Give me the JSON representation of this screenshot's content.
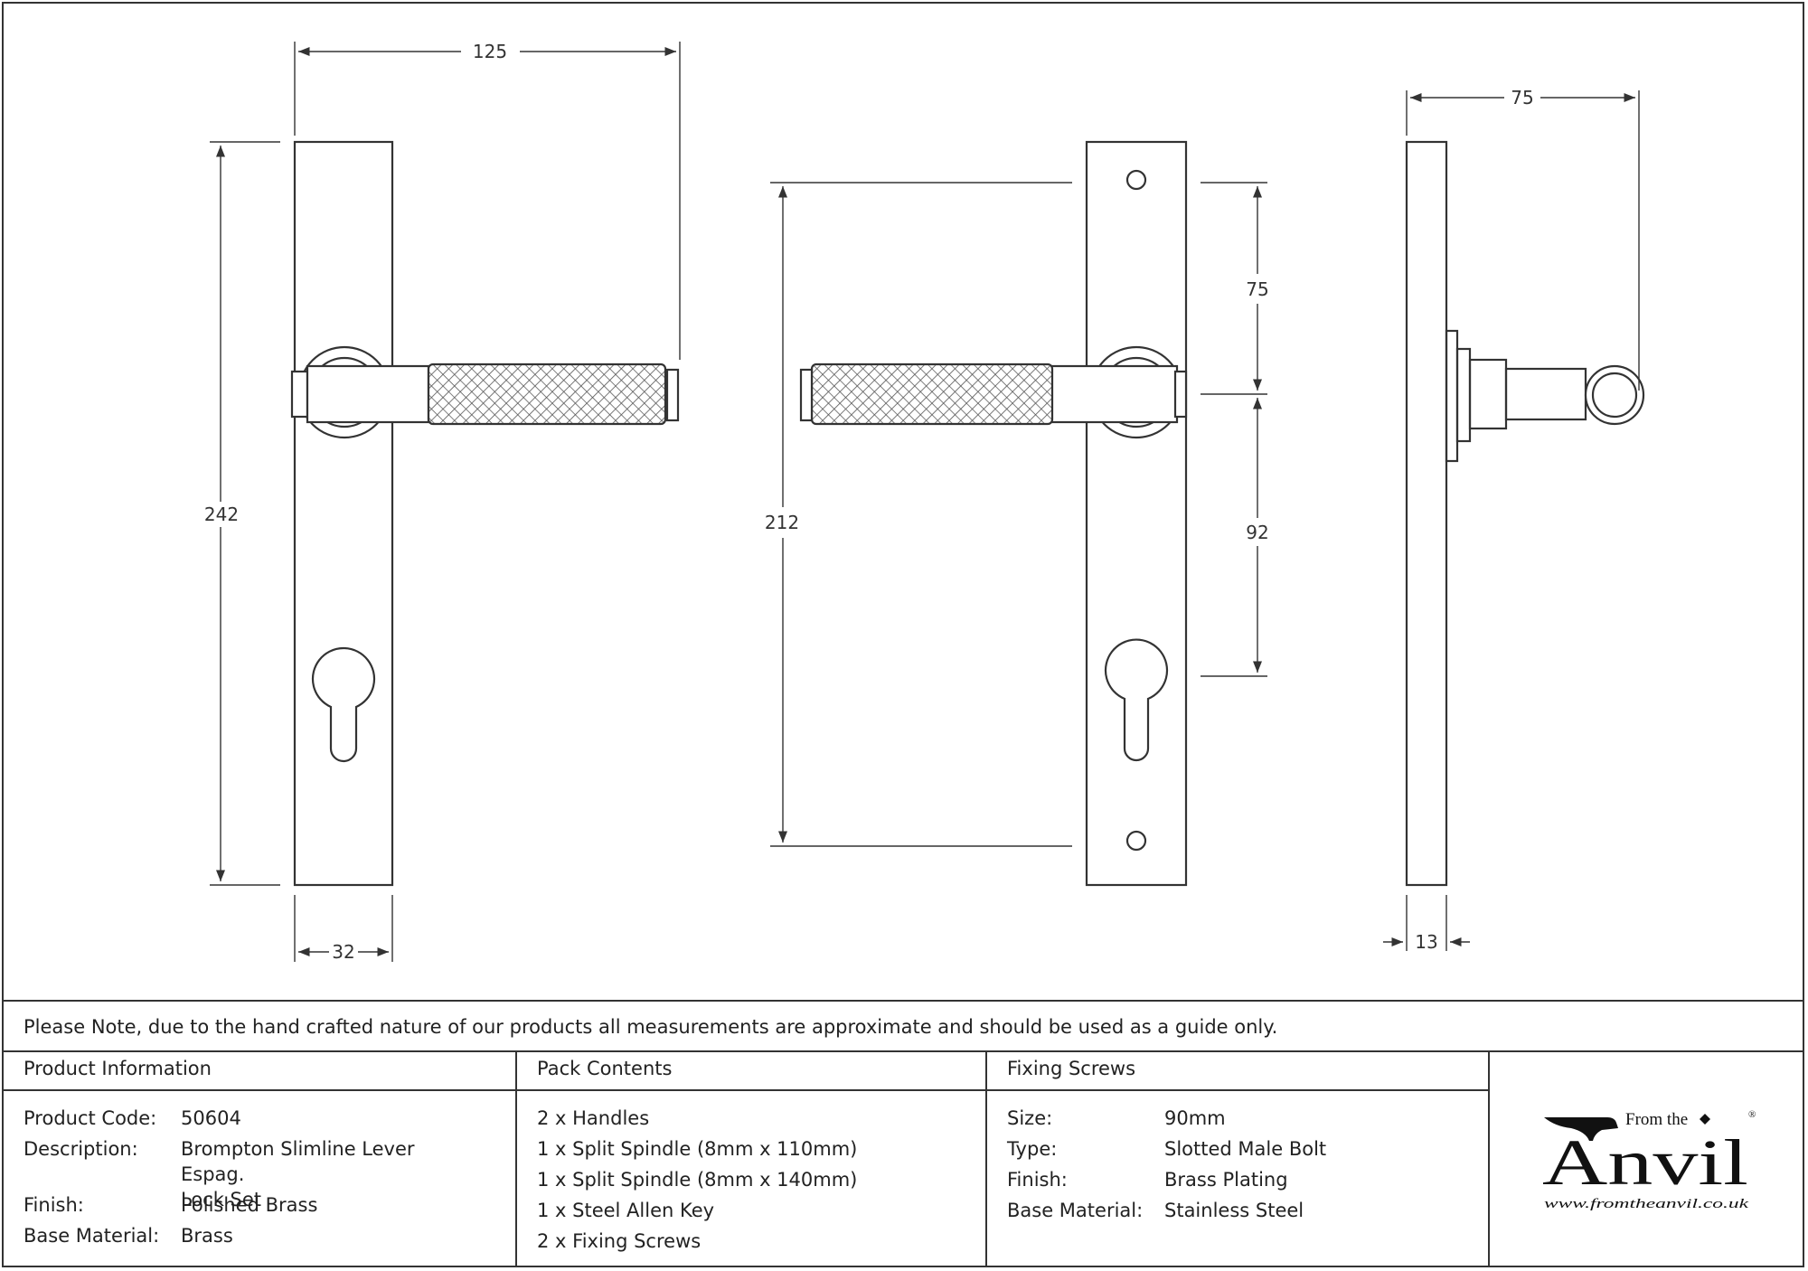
{
  "dimensions": {
    "front_width": "125",
    "front_height": "242",
    "front_plate_width": "32",
    "back_height": "212",
    "back_upper": "75",
    "back_lower": "92",
    "side_projection": "75",
    "side_thickness": "13"
  },
  "note": "Please Note, due to the hand crafted nature of our products all measurements are approximate and should be used as a guide only.",
  "product_information": {
    "heading": "Product Information",
    "rows": [
      {
        "label": "Product Code:",
        "value": "50604"
      },
      {
        "label": "Description:",
        "value": "Brompton Slimline Lever Espag.",
        "value2": "Lock Set"
      },
      {
        "label": "Finish:",
        "value": "Polished Brass"
      },
      {
        "label": "Base Material:",
        "value": "Brass"
      }
    ]
  },
  "pack_contents": {
    "heading": "Pack Contents",
    "items": [
      "2 x Handles",
      "1 x Split Spindle (8mm x 110mm)",
      "1 x Split Spindle (8mm x 140mm)",
      "1 x Steel Allen Key",
      "2 x Fixing Screws"
    ]
  },
  "fixing_screws": {
    "heading": "Fixing Screws",
    "rows": [
      {
        "label": "Size:",
        "value": "90mm"
      },
      {
        "label": "Type:",
        "value": "Slotted Male Bolt"
      },
      {
        "label": "Finish:",
        "value": "Brass Plating"
      },
      {
        "label": "Base Material:",
        "value": "Stainless Steel"
      }
    ]
  },
  "logo": {
    "from_the": "From the",
    "brand": "Anvil",
    "registered": "®",
    "url": "www.fromtheanvil.co.uk"
  }
}
